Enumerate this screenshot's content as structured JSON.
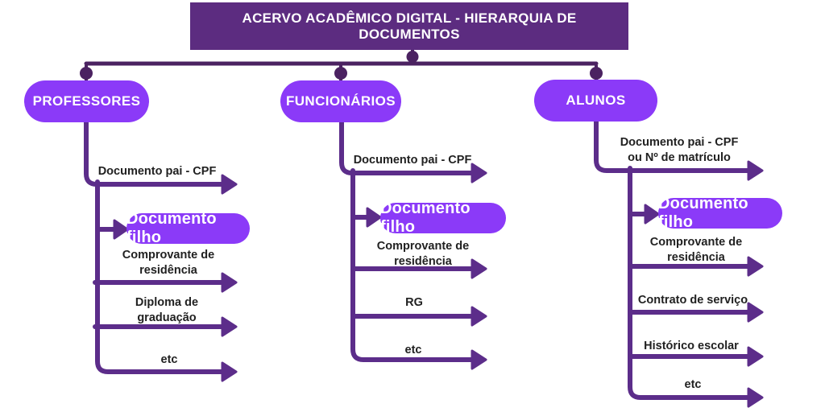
{
  "title": "ACERVO ACADÊMICO DIGITAL - HIERARQUIA DE DOCUMENTOS",
  "colors": {
    "title_bg": "#5c2c80",
    "node_bg": "#8b3af8",
    "line": "#5c2d8a",
    "connector": "#4b2261",
    "label_text": "#212121",
    "node_text": "#ffffff"
  },
  "branches": [
    {
      "name": "PROFESSORES",
      "parent_label": "Documento pai - CPF",
      "child_label": "Documento filho",
      "docs": [
        "Comprovante de\nresidência",
        "Diploma de\ngraduação",
        "etc"
      ]
    },
    {
      "name": "FUNCIONÁRIOS",
      "parent_label": "Documento pai - CPF",
      "child_label": "Documento filho",
      "docs": [
        "Comprovante de\nresidência",
        "RG",
        "etc"
      ]
    },
    {
      "name": "ALUNOS",
      "parent_label": "Documento pai - CPF\nou Nº de matrículo",
      "child_label": "Documento filho",
      "docs": [
        "Comprovante de\nresidência",
        "Contrato de serviço",
        "Histórico escolar",
        "etc"
      ]
    }
  ]
}
